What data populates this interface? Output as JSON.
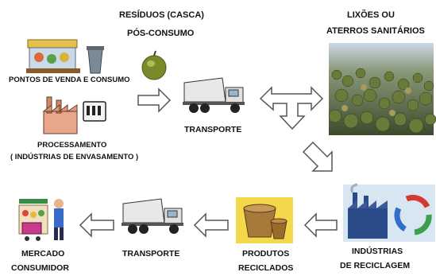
{
  "title_residues": [
    "RESÍDUOS (CASCA)",
    "PÓS-CONSUMO"
  ],
  "landfill": [
    "LIXÕES  OU",
    "ATERROS SANITÁRIOS"
  ],
  "points_of_sale": "PONTOS DE VENDA E CONSUMO",
  "processing": [
    "PROCESSAMENTO",
    "( INDÚSTRIAS DE ENVASAMENTO )"
  ],
  "transport_top": "TRANSPORTE",
  "transport_bottom": "TRANSPORTE",
  "consumer_market": [
    "MERCADO",
    "CONSUMIDOR"
  ],
  "recycled_products": [
    "PRODUTOS",
    "RECICLADOS"
  ],
  "recycling_industries": [
    "INDÚSTRIAS",
    "DE RECICLAGEM"
  ],
  "colors": {
    "arrow_outline": "#555555",
    "truck": "#e8e8e8",
    "coconut": "#7a8a2a",
    "landfill": "#5a6b3a",
    "recycle_red": "#d43a2f",
    "recycle_green": "#3aa04a",
    "recycle_blue": "#2f6fc8"
  }
}
